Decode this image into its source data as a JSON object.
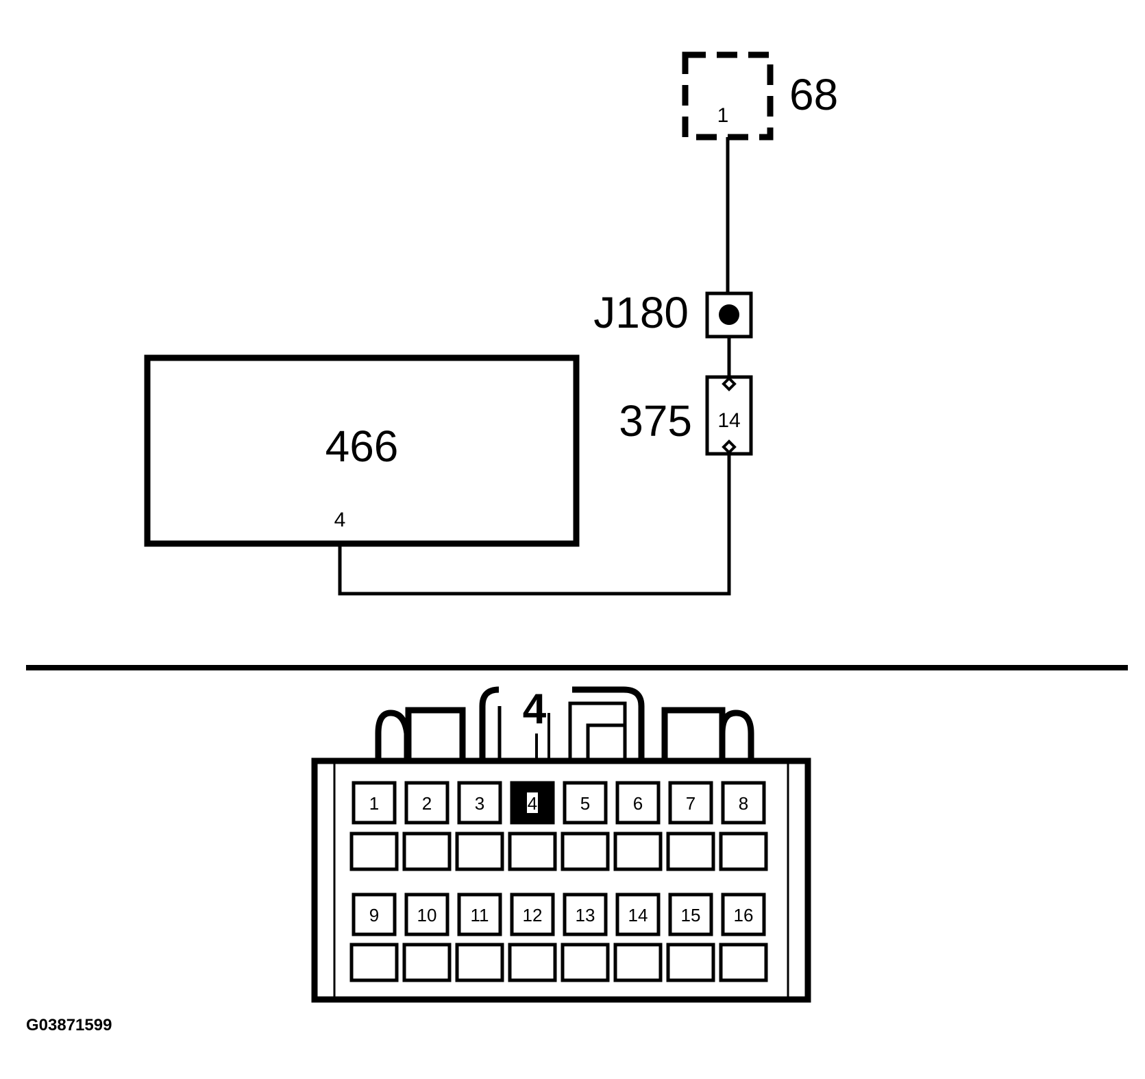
{
  "diagram": {
    "component_68": {
      "label": "68",
      "pin": "1"
    },
    "splice": {
      "label": "J180"
    },
    "connector_375": {
      "label": "375",
      "pin": "14"
    },
    "module_466": {
      "label": "466",
      "pin": "4"
    },
    "connector_face": {
      "highlight_label": "4",
      "highlighted_pin": "4",
      "row_top": [
        "1",
        "2",
        "3",
        "4",
        "5",
        "6",
        "7",
        "8"
      ],
      "row_bottom": [
        "9",
        "10",
        "11",
        "12",
        "13",
        "14",
        "15",
        "16"
      ]
    },
    "figure_code": "G03871599"
  },
  "colors": {
    "ink": "#000000",
    "paper": "#ffffff"
  }
}
